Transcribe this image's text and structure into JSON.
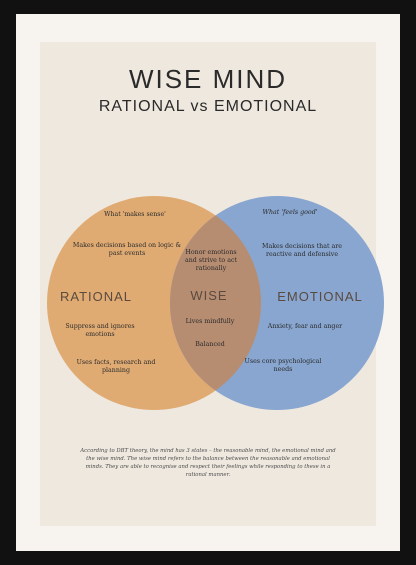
{
  "title": "WISE MIND",
  "subtitle": "RATIONAL vs EMOTIONAL",
  "circles": {
    "rational": {
      "label": "RATIONAL",
      "color": "#e0ab73",
      "items": [
        "What 'makes sense'",
        "Makes decisions based on logic & past events",
        "Suppress and ignores emotions",
        "Uses facts, research and planning"
      ]
    },
    "wise": {
      "label": "WISE",
      "color": "#b78d72",
      "items": [
        "Honor emotions and strive to act rationally",
        "Lives mindfully",
        "Balanced"
      ]
    },
    "emotional": {
      "label": "EMOTIONAL",
      "color": "#88a6d0",
      "items": [
        "What 'feels good'",
        "Makes decisions that are reactive and defensive",
        "Anxiety, fear and anger",
        "Uses core psychological needs"
      ]
    }
  },
  "footnote": "According to DBT theory, the mind has 3 states – the reasonable mind, the emotional mind and the wise mind. The wise mind refers to the balance between the reasonable and emotional minds. They are able to recognise and respect their feelings while responding to these in a rational manner."
}
